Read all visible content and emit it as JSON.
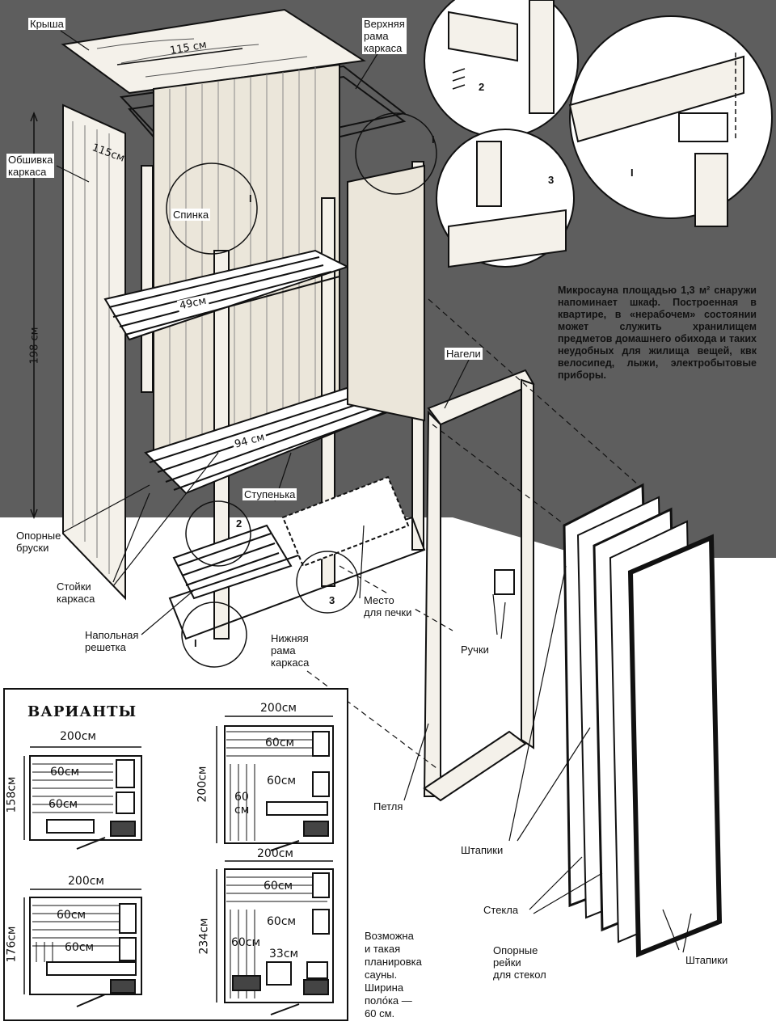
{
  "labels": {
    "roof": "Крыша",
    "top_frame": "Верхняя\nрама\nкаркаса",
    "sheathing": "Обшивка\nкаркаса",
    "backrest": "Спинка",
    "support_bars": "Опорные\nбруски",
    "frame_posts": "Стойки\nкаркаса",
    "floor_grate": "Напольная\nрешетка",
    "bottom_frame": "Нижняя\nрама\nкаркаса",
    "step": "Ступенька",
    "stove_place": "Место\nдля печки",
    "dowels": "Нагели",
    "handles": "Ручки",
    "hinge": "Петля",
    "beads_left": "Штапики",
    "glass": "Стекла",
    "glass_rails": "Опорные\nрейки\nдля стекол",
    "beads_right": "Штапики"
  },
  "dimensions": {
    "roof_width": "115 см",
    "side_width": "115см",
    "height": "198 см",
    "bench_top": "49см",
    "bench_bottom": "94 см"
  },
  "detail_numbers": {
    "d2": "2",
    "d3": "3",
    "d1": "I",
    "d1b": "I",
    "d1c": "I",
    "d2b": "2",
    "d3b": "3",
    "d1d": "I"
  },
  "caption": "Микросауна площадью 1,3 м² снаружи напоминает шкаф. Построенная в квартире, в «нерабочем» состоянии может служить хранилищем предметов домашнего обихода и таких неудобных для жилища вещей, квк велосипед, лыжи, электробытовые приборы.",
  "variants": {
    "title": "ВАРИАНТЫ",
    "v1": {
      "width": "200см",
      "height": "158см",
      "bench1": "60см",
      "bench2": "60см"
    },
    "v2": {
      "width": "200см",
      "height": "200см",
      "bench1": "60см",
      "bench2": "60см",
      "bench3": "60\nсм"
    },
    "v3": {
      "width": "200см",
      "height": "176см",
      "bench1": "60см",
      "bench2": "60см"
    },
    "v4": {
      "width": "200см",
      "height": "234см",
      "bench1": "60см",
      "bench2": "60см",
      "bench3": "60см",
      "bench4": "33см"
    },
    "note": "Возможна\nи такая\nпланировка\nсауны.\nШирина\nполо́ка —\n60 см."
  },
  "colors": {
    "ink": "#111111",
    "shade": "#5e5e5e",
    "paper": "#ffffff",
    "wood": "#f4f1ea"
  }
}
